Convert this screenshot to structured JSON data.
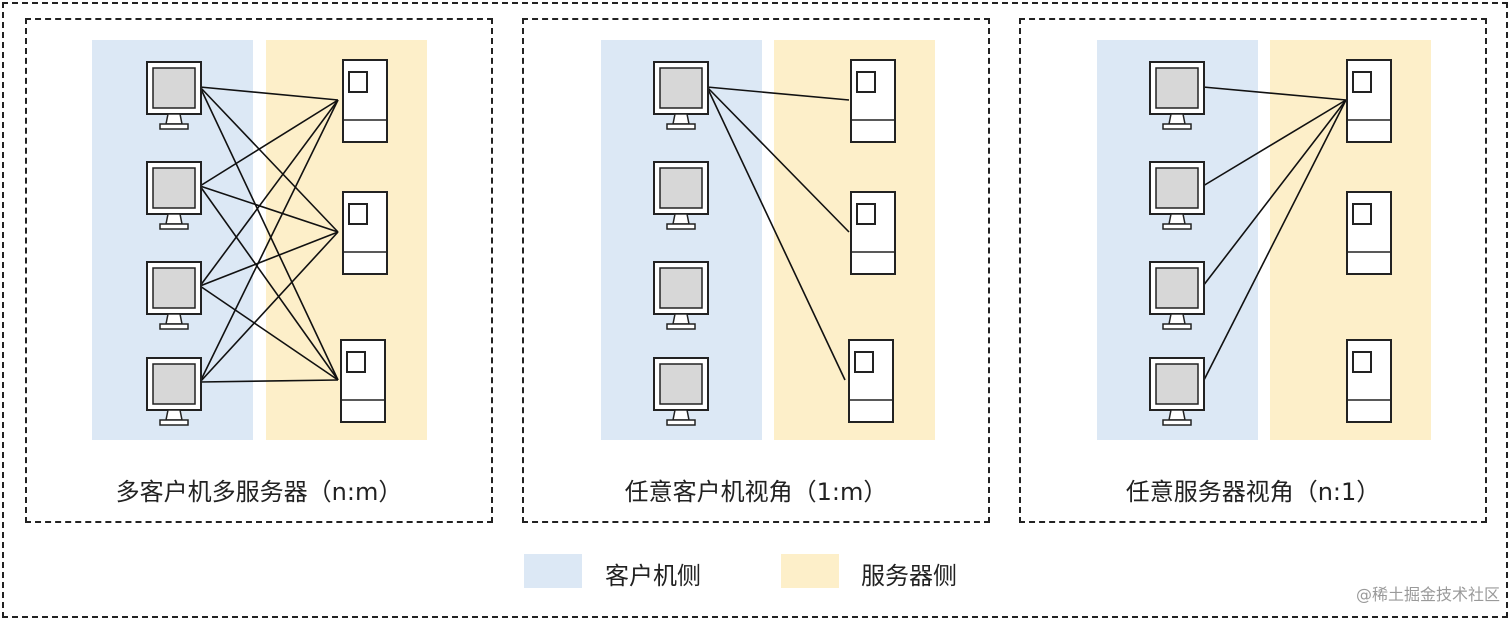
{
  "colors": {
    "client_side": "#dce8f5",
    "server_side": "#fdefc9",
    "line": "#111111",
    "screen_fill": "#d7d7d7"
  },
  "panels": [
    {
      "caption": "多客户机多服务器（n:m）"
    },
    {
      "caption": "任意客户机视角（1:m）"
    },
    {
      "caption": "任意服务器视角（n:1）"
    }
  ],
  "legend": {
    "client_label": "客户机侧",
    "server_label": "服务器侧"
  },
  "icons": {
    "client": "monitor-icon",
    "server": "server-tower-icon"
  },
  "watermark": "@稀土掘金技术社区"
}
